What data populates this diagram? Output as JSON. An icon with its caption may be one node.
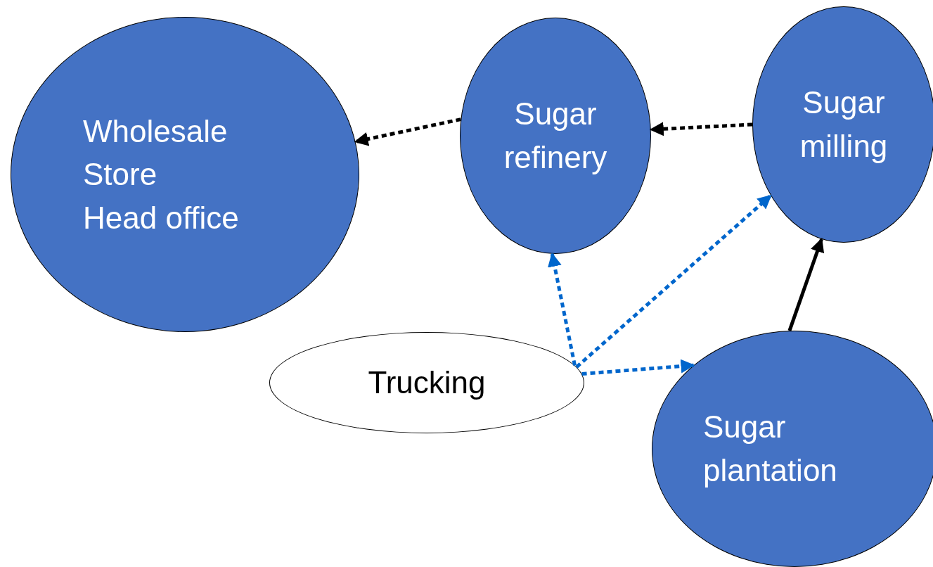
{
  "diagram": {
    "nodes": [
      {
        "text": [
          "Wholesale",
          "Store",
          "Head office"
        ]
      },
      {
        "text": [
          "Sugar refinery"
        ]
      },
      {
        "text": [
          "Sugar milling"
        ]
      },
      {
        "text": [
          "Trucking"
        ]
      },
      {
        "text": [
          "Sugar plantation"
        ]
      }
    ],
    "edges": [
      {
        "from": 1,
        "to": 0,
        "arrow": "to",
        "style": "dashed"
      },
      {
        "from": 2,
        "to": 1,
        "arrow": "to",
        "style": "dashed"
      },
      {
        "from": 4,
        "to": 2,
        "arrow": "to"
      },
      {
        "from": 3,
        "to": 1,
        "arrow": "to",
        "style": "dashed",
        "color": "#0066cc"
      },
      {
        "from": 3,
        "to": 2,
        "arrow": "to",
        "style": "dashed",
        "color": "#0066cc"
      },
      {
        "from": 3,
        "to": 4,
        "arrow": "to",
        "style": "dashed",
        "color": "#0066cc"
      }
    ]
  }
}
